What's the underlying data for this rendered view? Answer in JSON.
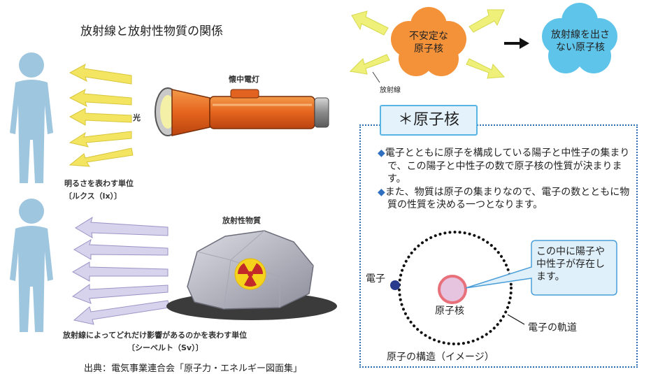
{
  "title": "放射線と放射性物質の関係",
  "left_figure": {
    "flashlight_label": "懐中電灯",
    "light_label": "光",
    "brightness_unit_line1": "明るさを表わす単位",
    "brightness_unit_line2": "〔ルクス（lx）〕",
    "radioactive_material_label": "放射性物質",
    "radiation_unit_line1": "放射線によってどれだけ影響があるのかを表わす単位",
    "radiation_unit_line2": "〔シーベルト（Sv）〕"
  },
  "source": "出典：電気事業連合会「原子力・エネルギー図面集」",
  "top_diagram": {
    "unstable_line1": "不安定な",
    "unstable_line2": "原子核",
    "stable_line1": "放射線を出さ",
    "stable_line2": "ない原子核",
    "radiation_label": "放射線",
    "colors": {
      "unstable": "#f4923a",
      "stable": "#5ec4ea",
      "ray": "#eef07a"
    }
  },
  "nucleus_box": {
    "heading": "＊原子核",
    "bullet_symbol": "◆",
    "paragraph1": "電子とともに原子を構成している陽子と中性子の集まりで、この陽子と中性子の数で原子核の性質が決まります。",
    "paragraph2": "また、物質は原子の集まりなので、電子の数とともに物質の性質を決める一つとなります。",
    "callout_line1": "この中に陽子や",
    "callout_line2": "中性子が存在し",
    "callout_line3": "ます。",
    "electron_label": "電子",
    "nucleus_label": "原子核",
    "orbit_label": "電子の軌道",
    "structure_caption": "原子の構造（イメージ）",
    "colors": {
      "border": "#2e6fb3",
      "electron": "#2a3a8c",
      "nucleus_fill": "#e6c3df",
      "nucleus_ring": "#e8707a"
    }
  }
}
